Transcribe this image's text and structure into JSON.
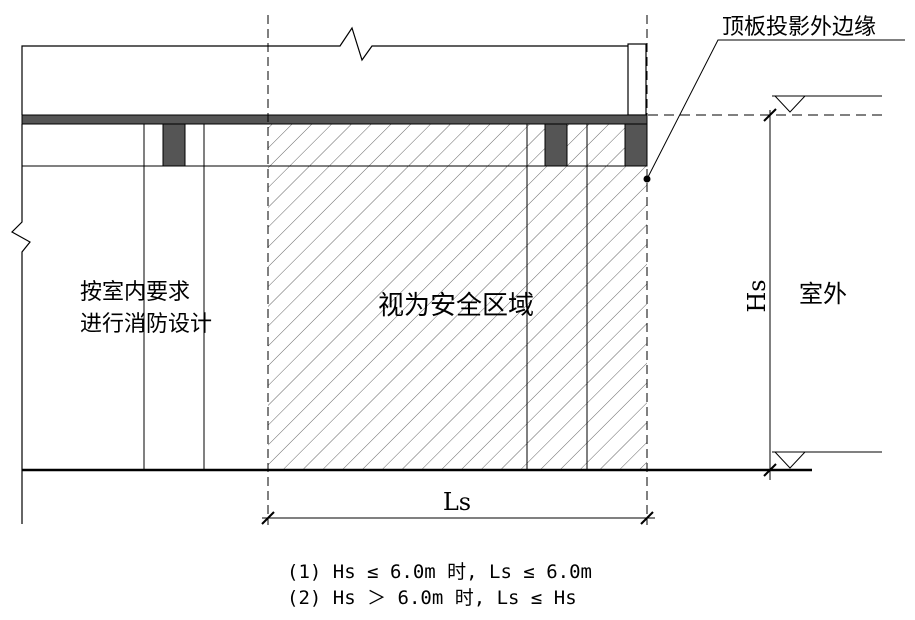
{
  "labels": {
    "roof_edge": "顶板投影外边缘",
    "indoor_design": [
      "按室内要求",
      "进行消防设计"
    ],
    "safe_zone": "视为安全区域",
    "outdoor": "室外",
    "height_dim": "Hs",
    "length_dim": "Ls"
  },
  "notes": [
    "(1) Hs ≤ 6.0m 时, Ls ≤ 6.0m",
    "(2) Hs ＞ 6.0m 时, Ls ≤ Hs"
  ],
  "colors": {
    "line": "#000000",
    "slab_fill": "#555555",
    "hatch": "#555555",
    "background": "#ffffff"
  }
}
